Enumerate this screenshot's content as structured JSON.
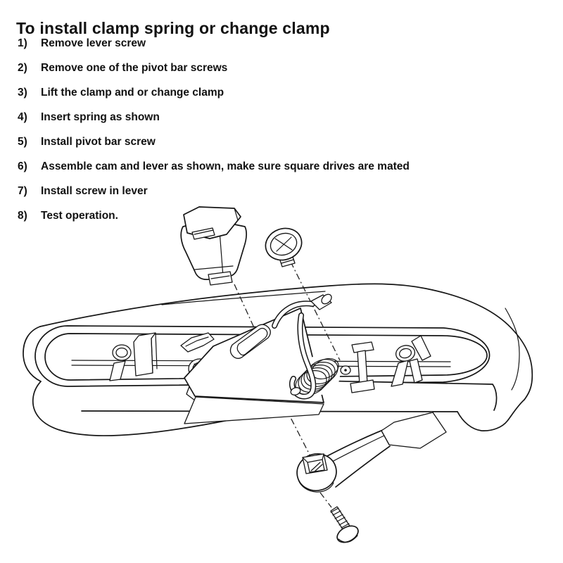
{
  "title": "To install clamp spring or change clamp",
  "steps": [
    {
      "num": "1)",
      "text": "Remove lever screw"
    },
    {
      "num": "2)",
      "text": "Remove one of the pivot bar screws"
    },
    {
      "num": "3)",
      "text": "Lift the clamp and or change clamp"
    },
    {
      "num": "4)",
      "text": "Insert spring as shown"
    },
    {
      "num": "5)",
      "text": "Install pivot bar screw"
    },
    {
      "num": "6)",
      "text": "Assemble cam and lever as shown, make sure square drives are mated"
    },
    {
      "num": "7)",
      "text": "Install screw in lever"
    },
    {
      "num": "8)",
      "text": "Test operation."
    }
  ],
  "diagram": {
    "ink_color": "#161616",
    "background_color": "#ffffff"
  }
}
